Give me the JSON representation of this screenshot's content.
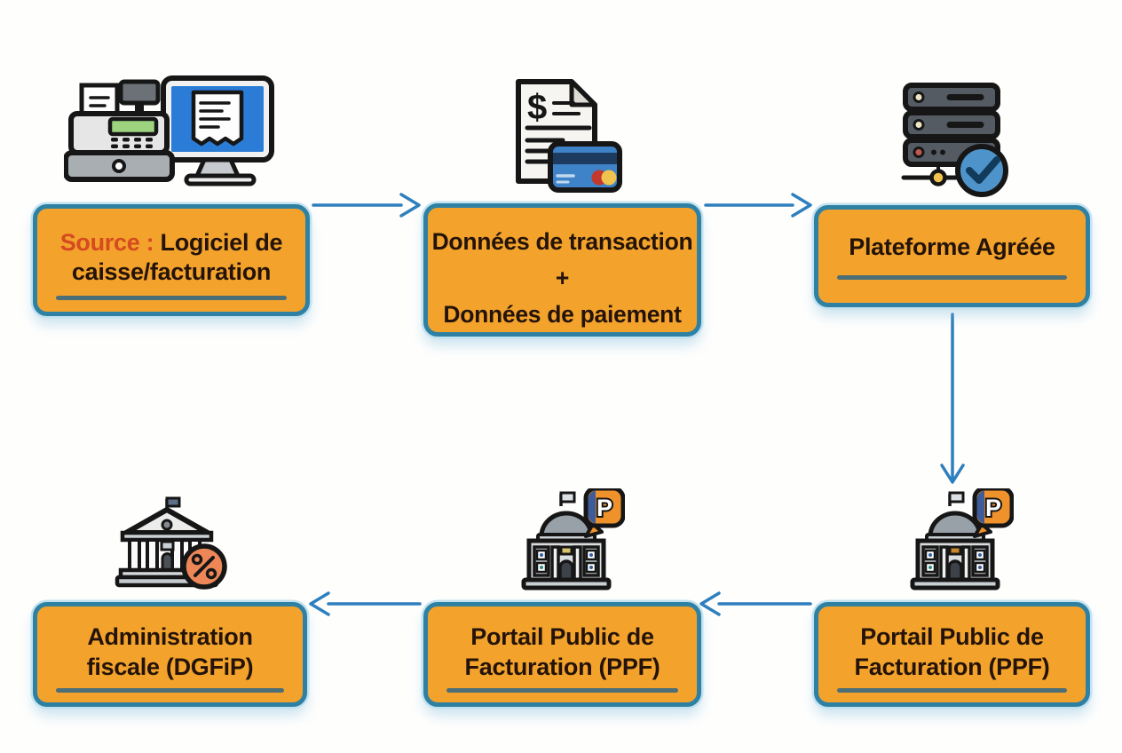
{
  "palette": {
    "box_fill": "#F3A32C",
    "box_border": "#2F81A4",
    "box_halo": "#C3E2F0",
    "text_dark": "#241309",
    "source_red": "#D64A20",
    "underline": "#4C6E77",
    "arrow_blue": "#2E7FBE",
    "background": "#FEFEFD"
  },
  "nodes": {
    "source": {
      "prefix": "Source :",
      "rest": " Logiciel de",
      "line2": "caisse/facturation",
      "icon": "cash-register-monitor-icon"
    },
    "transaction": {
      "line1": "Données de transaction",
      "line2": "+",
      "line3": "Données de paiement",
      "icon": "invoice-credit-card-icon"
    },
    "plateforme": {
      "label": "Plateforme Agréée",
      "icon": "server-check-icon"
    },
    "ppf_right": {
      "line1": "Portail Public de",
      "line2": "Facturation (PPF)",
      "icon": "government-building-p-icon"
    },
    "ppf_middle": {
      "line1": "Portail Public de",
      "line2": "Facturation (PPF)",
      "icon": "government-building-p-icon"
    },
    "dgfip": {
      "line1": "Administration",
      "line2": "fiscale (DGFiP)",
      "icon": "bank-percent-icon"
    }
  },
  "icons": {
    "p_badge_letter": "P",
    "dollar_sign": "$"
  },
  "flows": [
    {
      "from": "source",
      "to": "transaction",
      "direction": "right"
    },
    {
      "from": "transaction",
      "to": "plateforme",
      "direction": "right"
    },
    {
      "from": "plateforme",
      "to": "ppf_right",
      "direction": "down"
    },
    {
      "from": "ppf_right",
      "to": "ppf_middle",
      "direction": "left"
    },
    {
      "from": "ppf_middle",
      "to": "dgfip",
      "direction": "left"
    }
  ]
}
